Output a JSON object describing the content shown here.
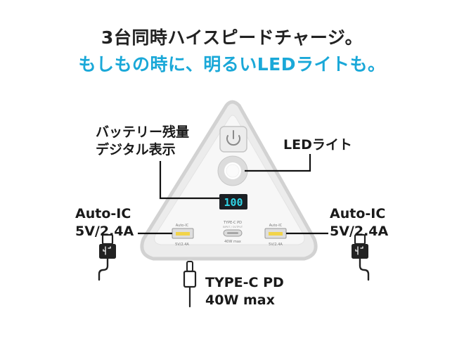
{
  "headline": {
    "line1": "3台同時ハイスピードチャージ。",
    "line2": "もしもの時に、明るいLEDライトも。",
    "line2_color": "#1aa8d8"
  },
  "callouts": {
    "battery": {
      "line1": "バッテリー残量",
      "line2": "デジタル表示"
    },
    "led": "LEDライト",
    "left_port": {
      "line1": "Auto-IC",
      "line2": "5V/2.4A"
    },
    "right_port": {
      "line1": "Auto-IC",
      "line2": "5V/2.4A"
    },
    "typec": {
      "line1": "TYPE-C PD",
      "line2": "40W max"
    }
  },
  "device": {
    "display_value": "100",
    "display_color": "#2fd4e6",
    "port_left_top": "Auto-IC",
    "port_left_bottom": "5V/2.4A",
    "port_center_top": "TYPE-C PD",
    "port_center_sub": "INPUT / OUTPUT",
    "port_center_bottom": "40W max",
    "port_right_top": "Auto-IC",
    "port_right_bottom": "5V/2.4A",
    "icons": [
      "power-icon",
      "led-light-icon",
      "usb-a-cable-icon",
      "usb-c-cable-icon"
    ]
  }
}
